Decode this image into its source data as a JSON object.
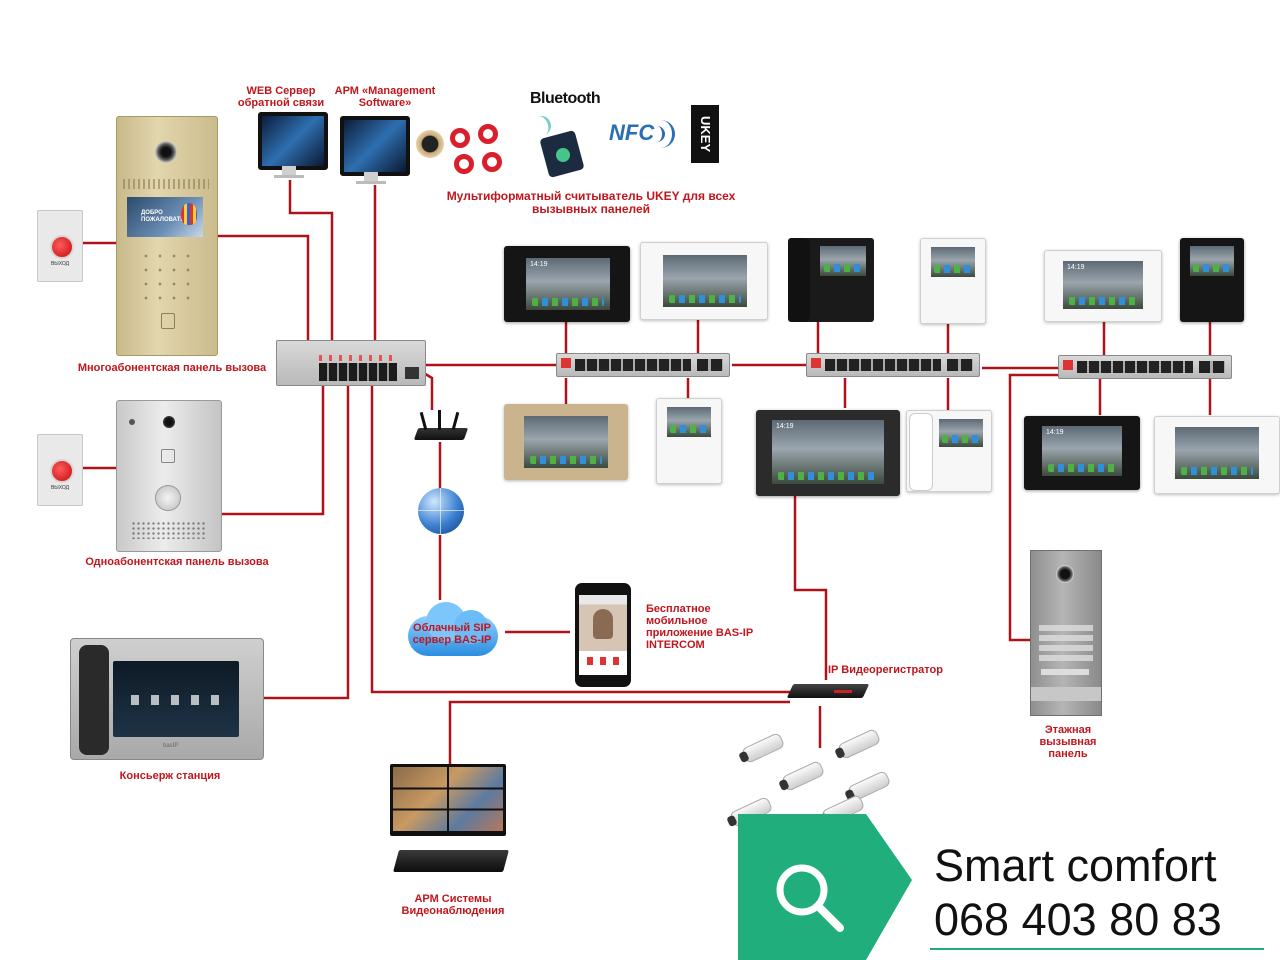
{
  "labels": {
    "web_server": "WEB Сервер обратной связи",
    "arm_management": "АРМ «Management Software»",
    "bluetooth": "Bluetooth",
    "nfc": "NFC",
    "ukey_logo": "UKEY",
    "ukey_reader": "Мультиформатный считыватель UKEY для всех вызывных панелей",
    "multi_panel": "Многоабонентская панель вызова",
    "single_panel": "Одноабонентская панель вызова",
    "cloud_sip": "Облачный SIP сервер BAS-IP",
    "mobile_app": "Бесплатное мобильное приложение BAS-IP INTERCOM",
    "nvr": "IP Видеорегистратор",
    "concierge": "Консьерж станция",
    "floor_panel": "Этажная вызывная панель",
    "arm_cctv": "АРМ Системы Видеонаблюдения"
  },
  "panel_screen_text": "ДОБРО ПОЖАЛОВАТЬ",
  "exit_button_text": "ВЫХОД",
  "monitor_time": "14:19",
  "brand": "basIP",
  "watermark": {
    "title": "Smart comfort",
    "phone": "068 403 80 83"
  },
  "colors": {
    "wire": "#b0121a",
    "label": "#c0161d",
    "watermark_green": "#1fae7c"
  }
}
